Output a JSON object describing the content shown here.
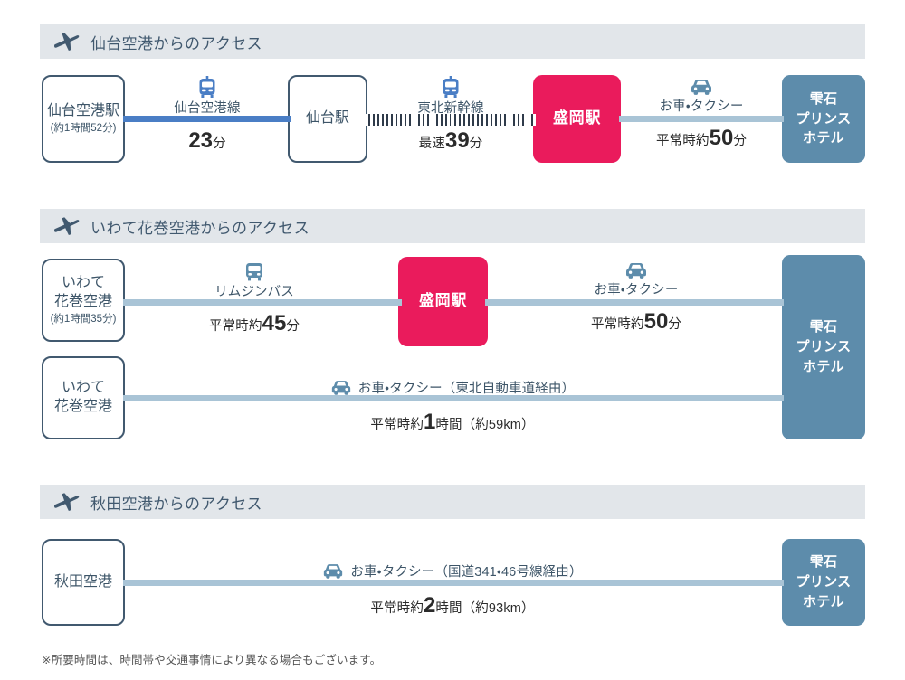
{
  "sections": [
    {
      "id": "sendai",
      "header": {
        "icon": "airplane-icon",
        "title": "仙台空港からのアクセス"
      },
      "nodes": {
        "origin": {
          "name": "仙台空港駅",
          "sub": "(約1時間52分)"
        },
        "mid": {
          "name": "仙台駅"
        },
        "hub": {
          "name": "盛岡駅"
        },
        "dest": {
          "line1": "雫石",
          "line2": "プリンス",
          "line3": "ホテル"
        }
      },
      "legs": [
        {
          "icon": "train-icon",
          "mode": "仙台空港線",
          "dur_prefix": "",
          "dur_value": "23",
          "dur_suffix": "分"
        },
        {
          "icon": "train-icon",
          "mode": "東北新幹線",
          "dur_prefix": "最速",
          "dur_value": "39",
          "dur_suffix": "分"
        },
        {
          "icon": "car-icon",
          "mode": "お車・タクシー",
          "dur_prefix": "平常時約",
          "dur_value": "50",
          "dur_suffix": "分"
        }
      ]
    },
    {
      "id": "hanamaki",
      "header": {
        "icon": "airplane-icon",
        "title": "いわて花巻空港からのアクセス"
      },
      "nodes": {
        "origin_a": {
          "line1": "いわて",
          "line2": "花巻空港",
          "sub": "(約1時間35分)"
        },
        "origin_b": {
          "line1": "いわて",
          "line2": "花巻空港"
        },
        "hub": {
          "name": "盛岡駅"
        },
        "dest": {
          "line1": "雫石",
          "line2": "プリンス",
          "line3": "ホテル"
        }
      },
      "legs": [
        {
          "icon": "bus-icon",
          "mode": "リムジンバス",
          "dur_prefix": "平常時約",
          "dur_value": "45",
          "dur_suffix": "分"
        },
        {
          "icon": "car-icon",
          "mode": "お車・タクシー",
          "dur_prefix": "平常時約",
          "dur_value": "50",
          "dur_suffix": "分"
        },
        {
          "icon": "car-icon",
          "mode": "お車・タクシー（東北自動車道経由）",
          "dur_prefix": "平常時約",
          "dur_value": "1",
          "dur_suffix": "時間（約59km）"
        }
      ]
    },
    {
      "id": "akita",
      "header": {
        "icon": "airplane-icon",
        "title": "秋田空港からのアクセス"
      },
      "nodes": {
        "origin": {
          "name": "秋田空港"
        },
        "dest": {
          "line1": "雫石",
          "line2": "プリンス",
          "line3": "ホテル"
        }
      },
      "legs": [
        {
          "icon": "car-icon",
          "mode": "お車・タクシー（国道341・46号線経由）",
          "dur_prefix": "平常時約",
          "dur_value": "2",
          "dur_suffix": "時間（約93km）"
        }
      ]
    }
  ],
  "footnote": "※所要時間は、時間帯や交通事情により異なる場合もございます。",
  "colors": {
    "header_bar": "#e2e6ea",
    "station_border": "#41596f",
    "morioka_pink": "#ea1b5c",
    "hotel_blue": "#5d8cab",
    "line_blue": "#a9c4d6",
    "line_strong": "#4a7ec5",
    "track_dark": "#2f3b4a"
  }
}
